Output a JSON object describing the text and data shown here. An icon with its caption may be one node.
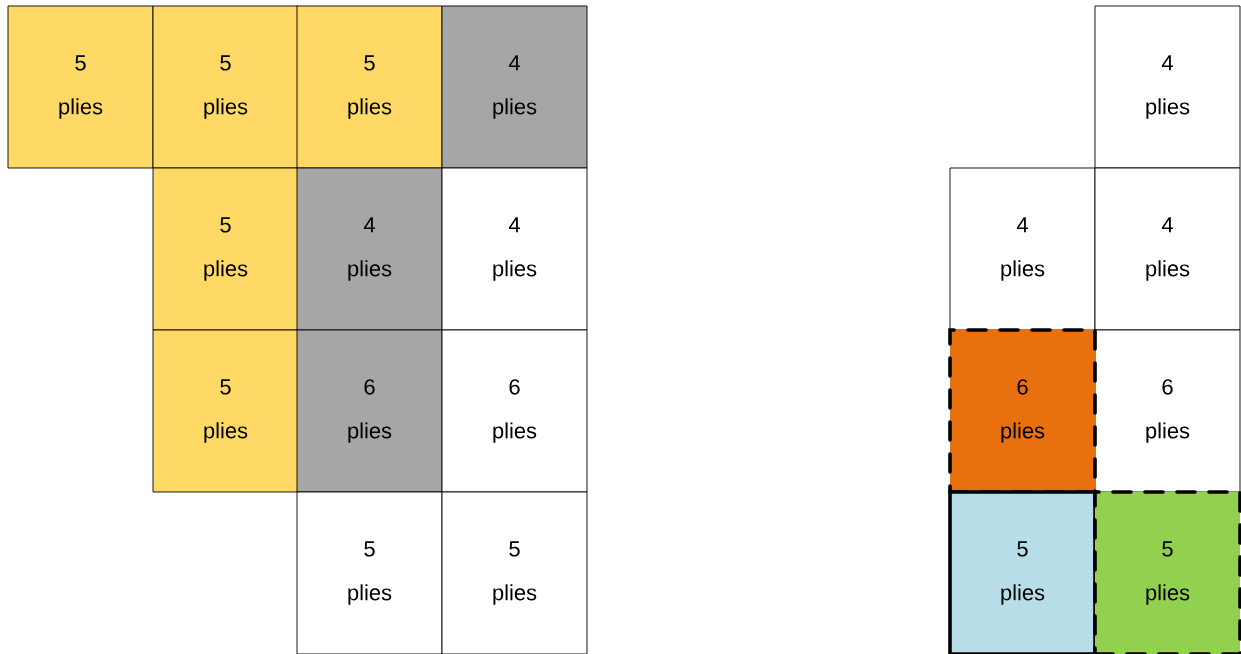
{
  "diagram": {
    "nodes": [
      {
        "text": [
          "5 plies"
        ]
      },
      {
        "text": [
          "5 plies"
        ]
      },
      {
        "text": [
          "5 plies"
        ]
      },
      {
        "text": [
          "4 plies"
        ]
      },
      {
        "text": [
          "5 plies"
        ]
      },
      {
        "text": [
          "4 plies"
        ]
      },
      {
        "text": [
          "4 plies"
        ]
      },
      {
        "text": [
          "5 plies"
        ]
      },
      {
        "text": [
          "6 plies"
        ]
      },
      {
        "text": [
          "6 plies"
        ]
      },
      {
        "text": [
          "5 plies"
        ]
      },
      {
        "text": [
          "5 plies"
        ]
      },
      {
        "text": [
          "4 plies"
        ]
      },
      {
        "text": [
          "4 plies"
        ]
      },
      {
        "text": [
          "4 plies"
        ]
      },
      {
        "text": [
          "6 plies"
        ]
      },
      {
        "text": [
          "6 plies"
        ]
      },
      {
        "text": [
          "5 plies"
        ]
      },
      {
        "text": [
          "5 plies"
        ]
      }
    ]
  }
}
